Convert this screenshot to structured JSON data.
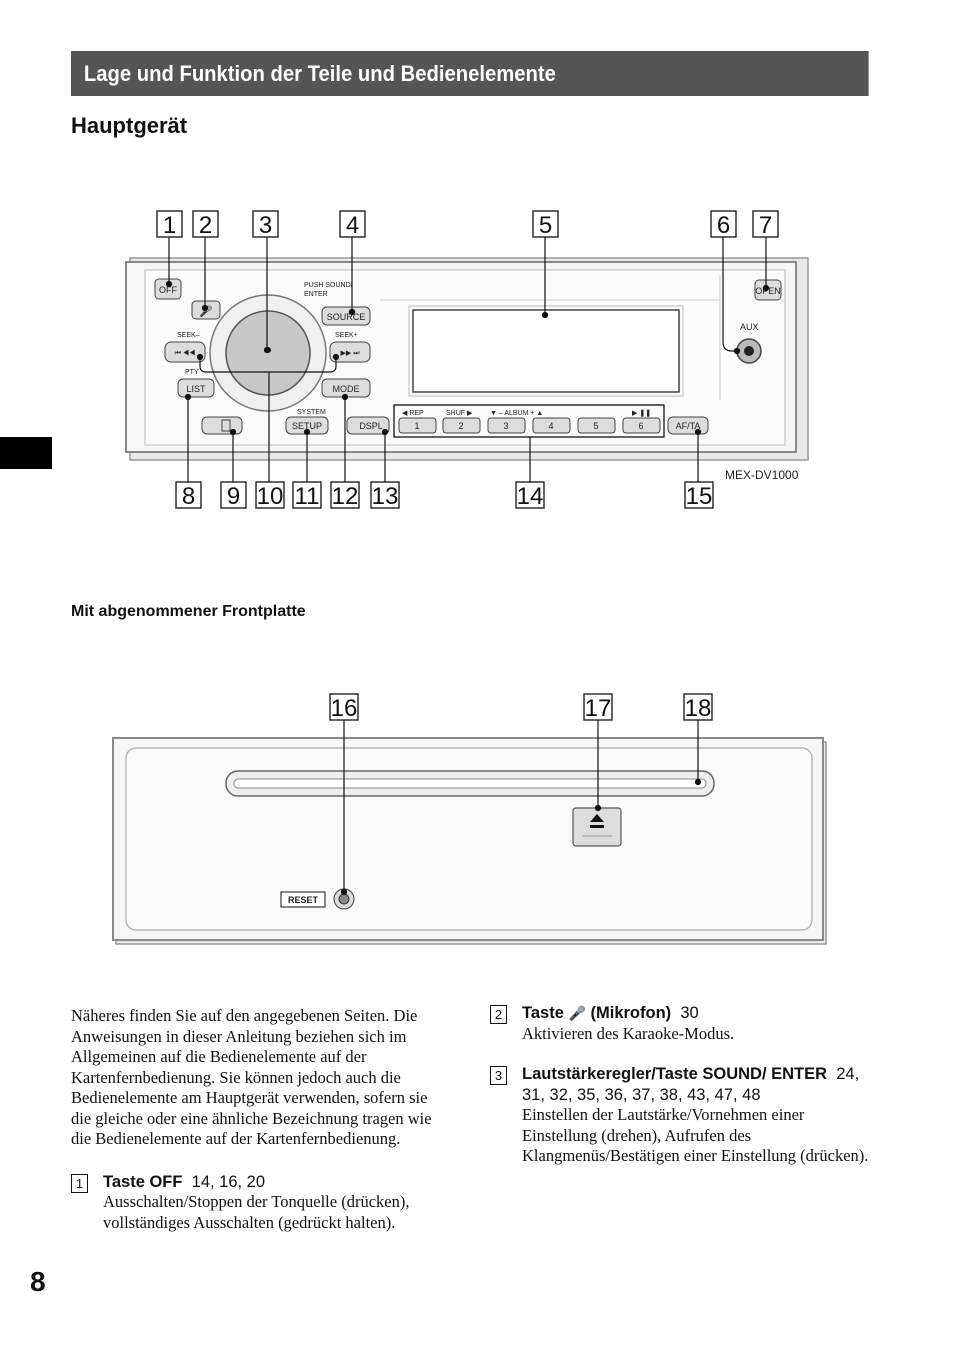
{
  "banner_title": "Lage und Funktion der Teile und Bedienelemente",
  "section_title": "Hauptgerät",
  "subsection_title": "Mit abgenommener Frontplatte",
  "page_number": "8",
  "diagram_main": {
    "callouts_top": [
      "1",
      "2",
      "3",
      "4",
      "5",
      "6",
      "7"
    ],
    "callouts_bottom": [
      "8",
      "9",
      "10",
      "11",
      "12",
      "13",
      "14",
      "15"
    ],
    "model": "MEX-DV1000",
    "labels": {
      "off": "OFF",
      "open": "OPEN",
      "aux": "AUX",
      "push_sound": "PUSH SOUND/",
      "enter": "ENTER",
      "source": "SOURCE",
      "seek_minus": "SEEK–",
      "seek_plus": "SEEK+",
      "prev": "⏮ ◀◀",
      "next": "▶▶ ⏭",
      "pty": "PTY",
      "list": "LIST",
      "mode": "MODE",
      "system": "SYSTEM",
      "setup": "SETUP",
      "dspl": "DSPL",
      "rep": "◀  REP",
      "shuf": "SHUF ▶",
      "album": "▼ – ALBUM + ▲",
      "play": "▶ ❚❚",
      "af_ta": "AF/TA",
      "presets": [
        "1",
        "2",
        "3",
        "4",
        "5",
        "6"
      ]
    }
  },
  "diagram_detached": {
    "callouts": [
      "16",
      "17",
      "18"
    ],
    "reset": "RESET"
  },
  "intro_text": "Näheres finden Sie auf den angegebenen Seiten. Die Anweisungen in dieser Anleitung beziehen sich im Allgemeinen auf die Bedienelemente auf der Kartenfernbedienung. Sie können jedoch auch die Bedienelemente am Hauptgerät verwenden, sofern sie die gleiche oder eine ähnliche Bezeichnung tragen wie die Bedienelemente auf der Kartenfernbedienung.",
  "items": [
    {
      "number": "1",
      "title": "Taste OFF",
      "pages": "14, 16, 20",
      "description": "Ausschalten/Stoppen der Tonquelle (drücken), vollständiges Ausschalten (gedrückt halten)."
    },
    {
      "number": "2",
      "title_prefix": "Taste",
      "title_suffix": "(Mikrofon)",
      "pages": "30",
      "description": "Aktivieren des Karaoke-Modus."
    },
    {
      "number": "3",
      "title": "Lautstärkeregler/Taste SOUND/ ENTER",
      "pages": "24, 31, 32, 35, 36, 37, 38, 43, 47, 48",
      "description": "Einstellen der Lautstärke/Vornehmen einer Einstellung (drehen), Aufrufen des Klangmenüs/Bestätigen einer Einstellung (drücken)."
    }
  ]
}
